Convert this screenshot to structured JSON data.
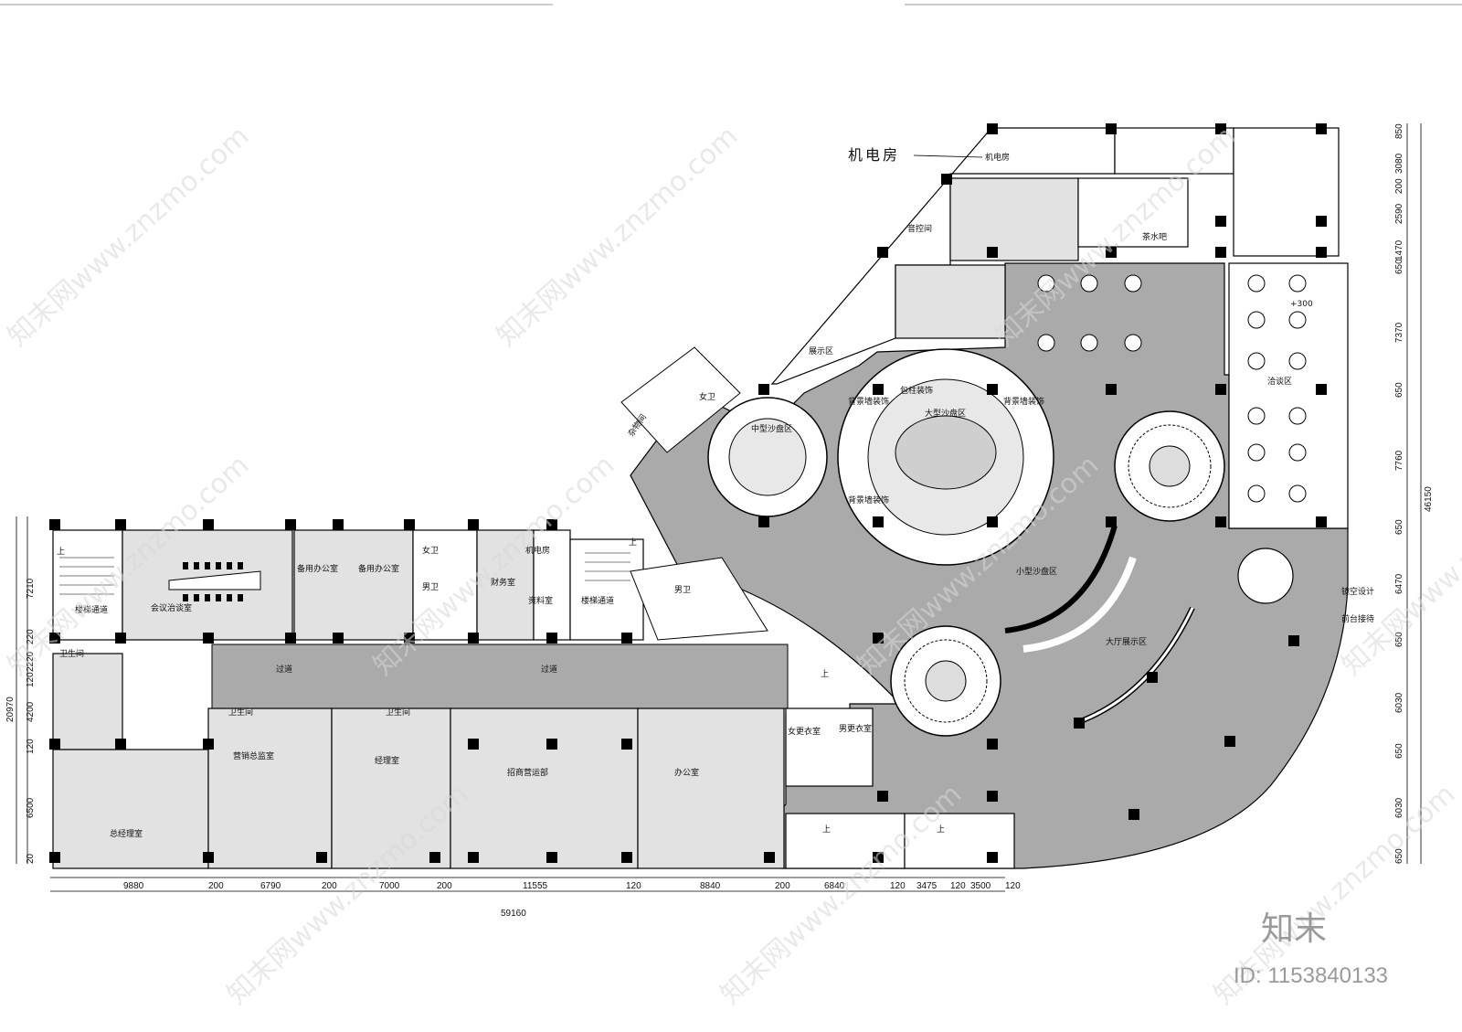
{
  "rooms": {
    "mech_label": "机电房",
    "mech_small": "机电房",
    "meeting": "会议治谈室",
    "office_a": "备用办公室",
    "office_b": "备用办公室",
    "mech_left": "机电房",
    "stair_left": "楼梯通道",
    "stair_mid": "楼梯通道",
    "corridor_left": "过道",
    "corridor_right": "过道",
    "toilet_small": "卫生间",
    "toilet_a": "卫生间",
    "toilet_b": "卫生间",
    "gm_office": "总经理室",
    "marketing": "营销总监室",
    "manager": "经理室",
    "sales_ops": "招商营运部",
    "office": "办公室",
    "women_change": "女更衣室",
    "men_change": "男更衣室",
    "women_toilet": "女卫",
    "men_toilet": "男卫",
    "display": "展示区",
    "audio": "音控间",
    "tea_bar": "茶水吧",
    "mid_sand": "中型沙盘区",
    "big_sand": "大型沙盘区",
    "small_sand": "小型沙盘区",
    "lobby": "大厅展示区",
    "negotiation": "洽谈区",
    "pillar_deco": "包柱装饰",
    "bg_wall_a": "背景墙装饰",
    "bg_wall_b": "背景墙装饰",
    "bg_wall_c": "背景墙装饰",
    "storage": "杂物间",
    "data_room": "资料室",
    "finance": "财务室",
    "men_small": "男卫",
    "women_small": "女卫",
    "mirror": "镜空设计",
    "reception": "前台接待",
    "up_a": "上",
    "up_b": "上",
    "up_c": "上",
    "up_d": "上",
    "up_e": "上",
    "plus300": "+300"
  },
  "dimensions": {
    "bottom": [
      "9880",
      "200",
      "6790",
      "200",
      "7000",
      "200",
      "11555",
      "120",
      "8840",
      "200",
      "6840",
      "120",
      "3475",
      "120",
      "3500",
      "120"
    ],
    "total_bottom": "59160",
    "left": [
      "7210",
      "220",
      "2220",
      "120",
      "4200",
      "120",
      "6500",
      "20"
    ],
    "total_left": "20970",
    "right": [
      "850",
      "3080",
      "200",
      "2590",
      "1470",
      "650",
      "7370",
      "650",
      "7760",
      "650",
      "6470",
      "650",
      "6030",
      "650",
      "6030",
      "650"
    ],
    "total_right": "46150"
  },
  "watermark": "知末网www.znzmo.com",
  "brand": "知末",
  "id_label": "ID: 1153840133",
  "colors": {
    "floor_gray": "#a9a9a9",
    "room_gray": "#e2e2e2",
    "wall": "#000000"
  }
}
